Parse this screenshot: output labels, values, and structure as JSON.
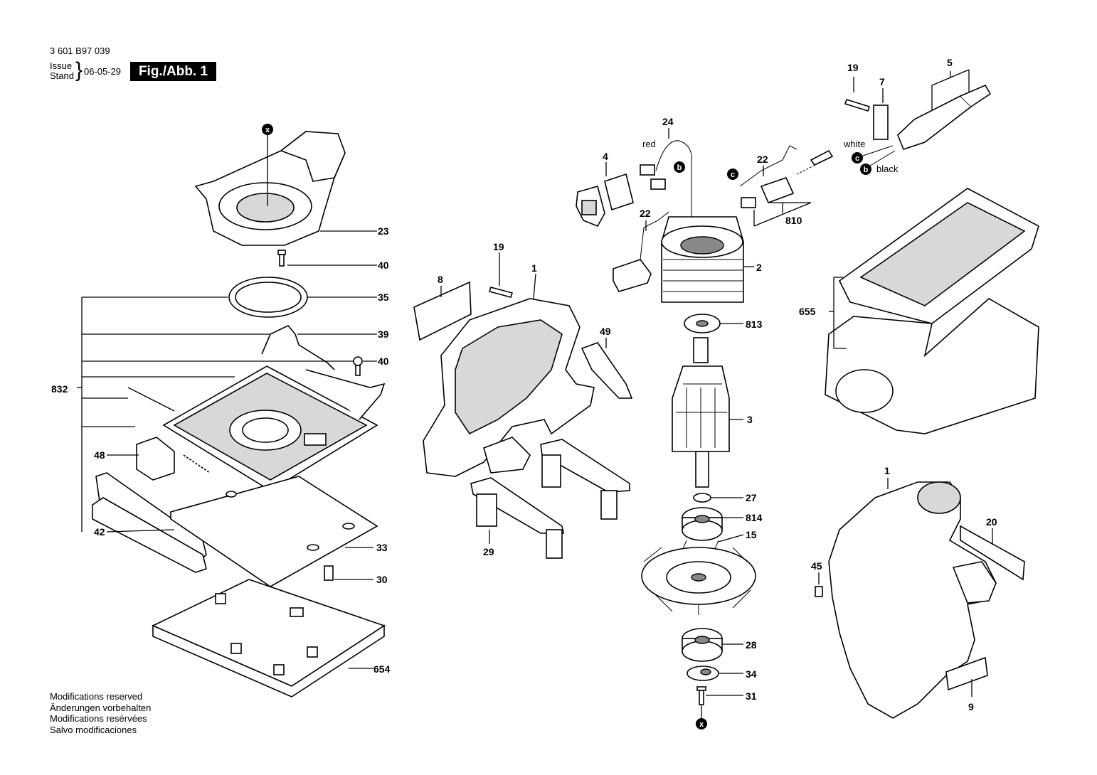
{
  "header": {
    "part_number": "3 601 B97 039",
    "issue_label": "Issue",
    "stand_label": "Stand",
    "issue_date": "06-05-29",
    "figure": "Fig./Abb. 1"
  },
  "footer": {
    "lines": [
      "Modifications reserved",
      "Änderungen vorbehalten",
      "Modifications resérvées",
      "Salvo modificaciones"
    ]
  },
  "callouts": {
    "p1a": "1",
    "p1b": "1",
    "p2": "2",
    "p3": "3",
    "p4": "4",
    "p5": "5",
    "p7": "7",
    "p8": "8",
    "p9": "9",
    "p15": "15",
    "p19a": "19",
    "p19b": "19",
    "p20": "20",
    "p22a": "22",
    "p22b": "22",
    "p23": "23",
    "p24": "24",
    "p27": "27",
    "p28": "28",
    "p29": "29",
    "p30": "30",
    "p31": "31",
    "p33": "33",
    "p34": "34",
    "p35": "35",
    "p39": "39",
    "p40a": "40",
    "p40b": "40",
    "p42": "42",
    "p45": "45",
    "p48": "48",
    "p49": "49",
    "p654": "654",
    "p655": "655",
    "p810": "810",
    "p813": "813",
    "p814": "814",
    "p832": "832"
  },
  "wires": {
    "red": "red",
    "white": "white",
    "black": "black"
  },
  "markers": {
    "x": "x",
    "b": "b",
    "c": "c"
  }
}
